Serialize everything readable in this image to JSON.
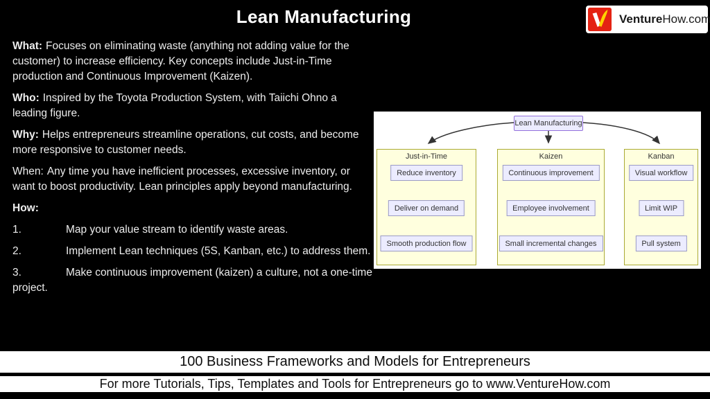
{
  "header": {
    "title": "Lean Manufacturing"
  },
  "logo": {
    "brand_bold": "Venture",
    "brand_rest": "How.com"
  },
  "content": {
    "sections": [
      {
        "label": "What:",
        "bold": true,
        "text": "Focuses on eliminating waste (anything not adding value for the customer) to increase efficiency. Key concepts include Just-in-Time production and Continuous Improvement (Kaizen)."
      },
      {
        "label": "Who:",
        "bold": true,
        "text": "Inspired by the Toyota Production System, with Taiichi Ohno a leading figure."
      },
      {
        "label": "Why:",
        "bold": true,
        "text": "Helps entrepreneurs streamline operations, cut costs, and become more responsive to customer needs."
      },
      {
        "label": "When:",
        "bold": false,
        "text": "Any time you have inefficient processes, excessive inventory, or want to boost productivity. Lean principles apply beyond manufacturing."
      },
      {
        "label": "How:",
        "bold": true,
        "text": ""
      }
    ],
    "steps": [
      {
        "num": "1.",
        "text": "Map your value stream to identify waste areas."
      },
      {
        "num": "2.",
        "text": "Implement Lean techniques (5S, Kanban, etc.) to address them."
      },
      {
        "num": "3.",
        "text": "Make continuous improvement (kaizen) a culture, not a one-time project."
      }
    ]
  },
  "diagram": {
    "root": "Lean Manufacturing",
    "groups": [
      {
        "title": "Just-in-Time",
        "items": [
          "Reduce inventory",
          "Deliver on demand",
          "Smooth production flow"
        ]
      },
      {
        "title": "Kaizen",
        "items": [
          "Continuous improvement",
          "Employee involvement",
          "Small incremental changes"
        ]
      },
      {
        "title": "Kanban",
        "items": [
          "Visual workflow",
          "Limit WIP",
          "Pull system"
        ]
      }
    ],
    "colors": {
      "panel_bg": "#ffffff",
      "node_fill": "#ECECFF",
      "node_border": "#9370DB",
      "group_fill": "#ffffde",
      "group_border": "#aaaa33",
      "edge": "#333333"
    }
  },
  "footer": {
    "line1": "100 Business Frameworks and Models for Entrepreneurs",
    "line2": "For more Tutorials, Tips, Templates and Tools for Entrepreneurs go to www.VentureHow.com"
  },
  "brand_colors": {
    "logo_red": "#e42313",
    "logo_yellow": "#ffd400"
  }
}
